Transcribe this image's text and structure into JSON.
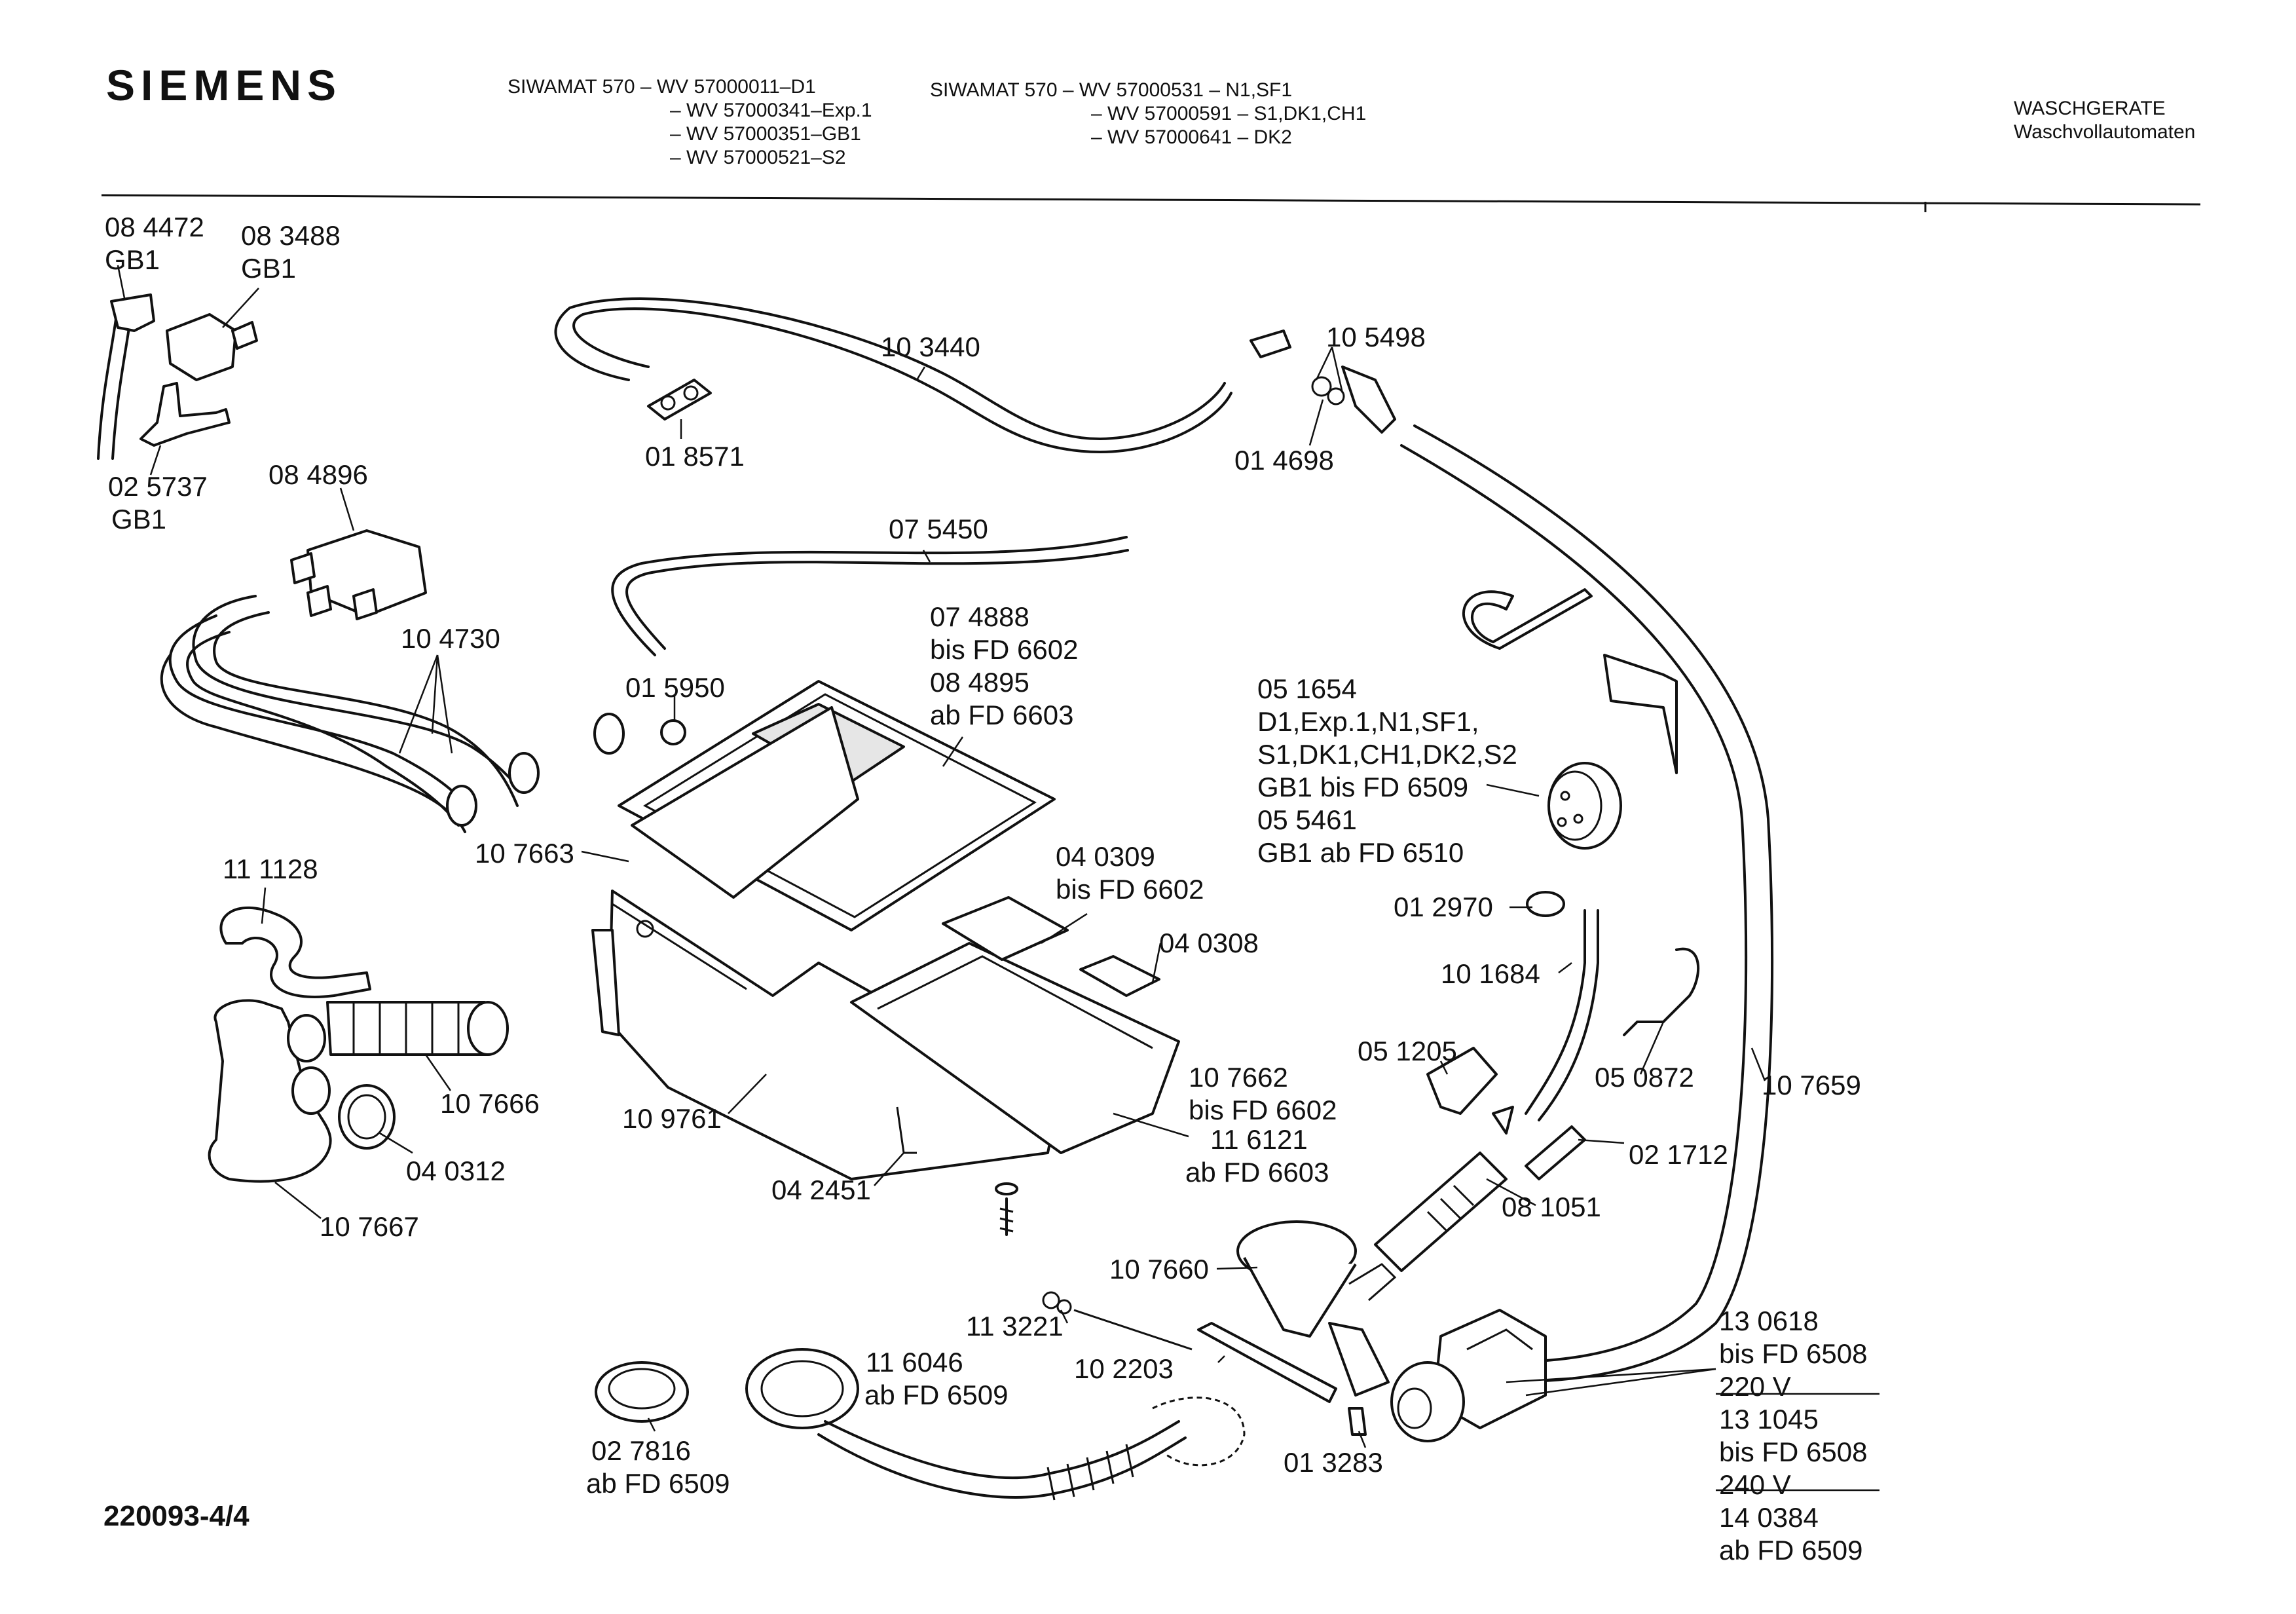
{
  "header": {
    "brand": "SIEMENS",
    "models_left": [
      "SIWAMAT 570  –  WV 57000011–D1",
      "–  WV 57000341–Exp.1",
      "–  WV 57000351–GB1",
      "–  WV 57000521–S2"
    ],
    "models_right": [
      "SIWAMAT 570  – WV 57000531 – N1,SF1",
      "– WV 57000591 – S1,DK1,CH1",
      "– WV 57000641  – DK2"
    ],
    "category_line1": "WASCHGERATE",
    "category_line2": "Waschvollautomaten"
  },
  "document_id": "220093-4/4",
  "labels": {
    "p084472": "08 4472",
    "p084472_gb1": "GB1",
    "p083488": "08 3488",
    "p083488_gb1": "GB1",
    "p025737": "02 5737",
    "p025737_gb1": "GB1",
    "p084896": "08 4896",
    "p104730": "10 4730",
    "p103440": "10 3440",
    "p018571": "01 8571",
    "p105498": "10 5498",
    "p014698": "01 4698",
    "p075450": "07 5450",
    "p015950": "01 5950",
    "p074888_a": "07 4888",
    "p074888_b": "bis FD 6602",
    "p074888_c": "08 4895",
    "p074888_d": "ab FD 6603",
    "p051654_a": "05 1654",
    "p051654_b": "D1,Exp.1,N1,SF1,",
    "p051654_c": "S1,DK1,CH1,DK2,S2",
    "p051654_d": "GB1 bis FD 6509",
    "p051654_e": "05 5461",
    "p051654_f": "GB1 ab FD 6510",
    "p107663": "10 7663",
    "p111128": "11 1128",
    "p040309_a": "04 0309",
    "p040309_b": "bis FD 6602",
    "p040308": "04 0308",
    "p012970": "01 2970",
    "p101684": "10 1684",
    "p107666": "10 7666",
    "p109761": "10 9761",
    "p051205": "05 1205",
    "p050872": "05 0872",
    "p107659": "10 7659",
    "p107662_a": "10 7662",
    "p107662_b": "bis FD 6602",
    "p116121_a": "11 6121",
    "p116121_b": "ab FD 6603",
    "p040312": "04 0312",
    "p021712": "02 1712",
    "p107667": "10 7667",
    "p042451": "04 2451",
    "p081051": "08 1051",
    "p107660": "10 7660",
    "p113221": "11 3221",
    "p130618_a": "13 0618",
    "p130618_b": "bis FD 6508",
    "p130618_c": "220 V",
    "p131045_a": "13 1045",
    "p131045_b": "bis FD 6508",
    "p131045_c": "240 V",
    "p140384_a": "14 0384",
    "p140384_b": "ab FD 6509",
    "p116046_a": "11 6046",
    "p116046_b": "ab FD 6509",
    "p102203": "10 2203",
    "p027816_a": "02 7816",
    "p027816_b": "ab FD 6509",
    "p013283": "01 3283"
  }
}
